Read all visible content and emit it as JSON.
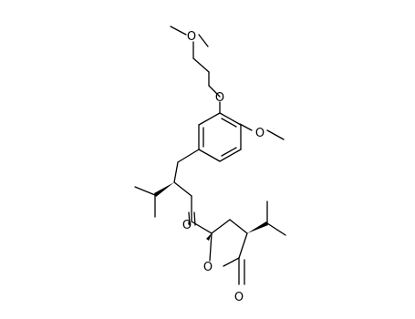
{
  "molecule": {
    "atom_labels": {
      "methoxy_oxygen_top": "O",
      "propoxy_oxygen": "O",
      "aryl_methoxy_oxygen": "O",
      "ketone_oxygen": "O",
      "lactone_ring_oxygen": "O",
      "lactone_carbonyl_oxygen": "O"
    }
  }
}
